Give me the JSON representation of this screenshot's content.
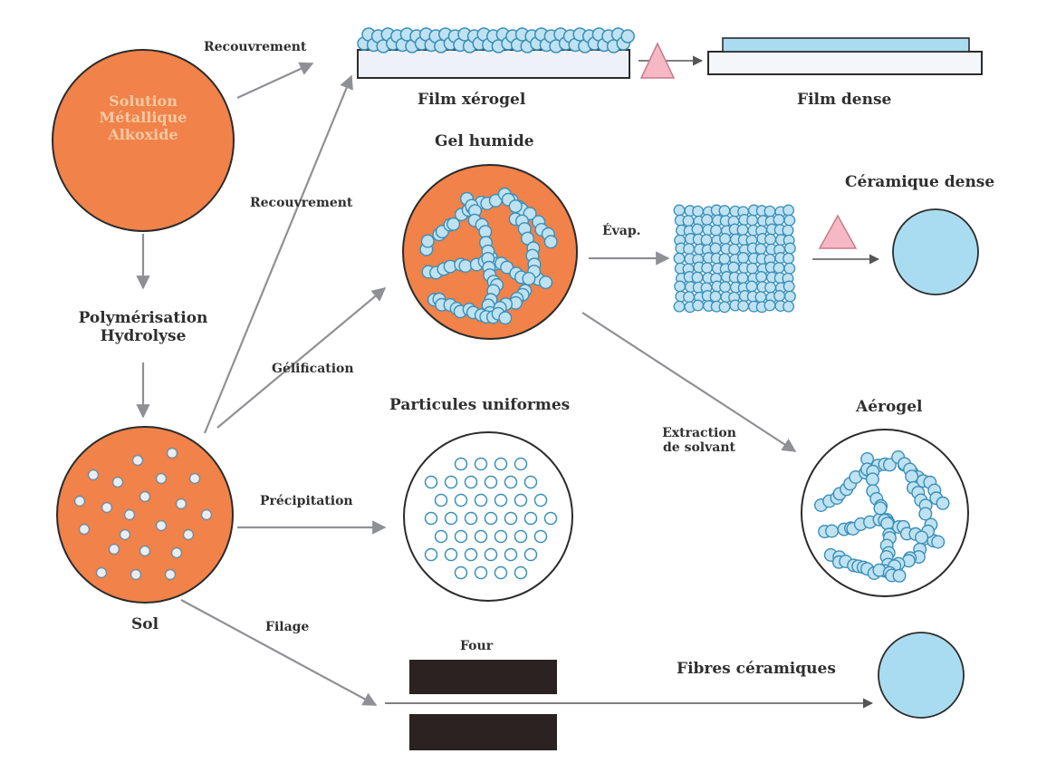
{
  "labels": {
    "solution": [
      "Solution",
      "Métallique",
      "Alkoxide"
    ],
    "recouvrement_top": "Recouvrement",
    "recouvrement_mid": "Recouvrement",
    "film_xerogel": "Film xérogel",
    "film_dense": "Film dense",
    "gel_humide": "Gel humide",
    "evap": "Évap.",
    "ceramique_dense": "Céramique dense",
    "polymerisation": "Polymérisation",
    "hydrolyse": "Hydrolyse",
    "gelification": "Gélification",
    "particules_uniformes": "Particules uniformes",
    "extraction": [
      "Extraction",
      "de solvant"
    ],
    "aerogel": "Aérogel",
    "precipitation": "Précipitation",
    "sol": "Sol",
    "filage": "Filage",
    "four": "Four",
    "fibres_ceramiques": "Fibres céramiques"
  },
  "colors": {
    "orange": "#f0824a",
    "particle_fill": "#bfe2f2",
    "particle_stroke": "#3a8fb8",
    "ceramic_blue": "#a9dcf0",
    "heat_triangle": "#f6b8c4",
    "arrow": "#8f9094",
    "furnace": "#2b2222",
    "text": "#2f2f2f"
  }
}
